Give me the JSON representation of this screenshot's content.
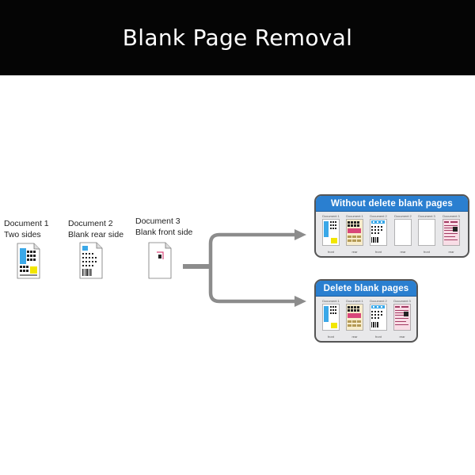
{
  "title": "Blank Page Removal",
  "source_documents": [
    {
      "name": "Document 1",
      "description": "Two sides"
    },
    {
      "name": "Document 2",
      "description": "Blank rear side"
    },
    {
      "name": "Document 3",
      "description": "Blank front side"
    }
  ],
  "panels": {
    "without": {
      "title": "Without delete blank pages",
      "pages": [
        {
          "doc": "Document 1",
          "side": "front"
        },
        {
          "doc": "Document 1",
          "side": "rear"
        },
        {
          "doc": "Document 2",
          "side": "front"
        },
        {
          "doc": "Document 2",
          "side": "rear"
        },
        {
          "doc": "Document 3",
          "side": "front"
        },
        {
          "doc": "Document 3",
          "side": "rear"
        }
      ]
    },
    "delete": {
      "title": "Delete blank pages",
      "pages": [
        {
          "doc": "Document 1",
          "side": "front"
        },
        {
          "doc": "Document 1",
          "side": "rear"
        },
        {
          "doc": "Document 2",
          "side": "front"
        },
        {
          "doc": "Document 3",
          "side": "rear"
        }
      ]
    }
  },
  "colors": {
    "header_blue": "#2a7fd0",
    "arrow_gray": "#8c8c8c",
    "title_bar": "#050505",
    "accent_yellow": "#f2e600",
    "accent_cyan": "#3aa8e8",
    "accent_pink": "#d9477a"
  }
}
